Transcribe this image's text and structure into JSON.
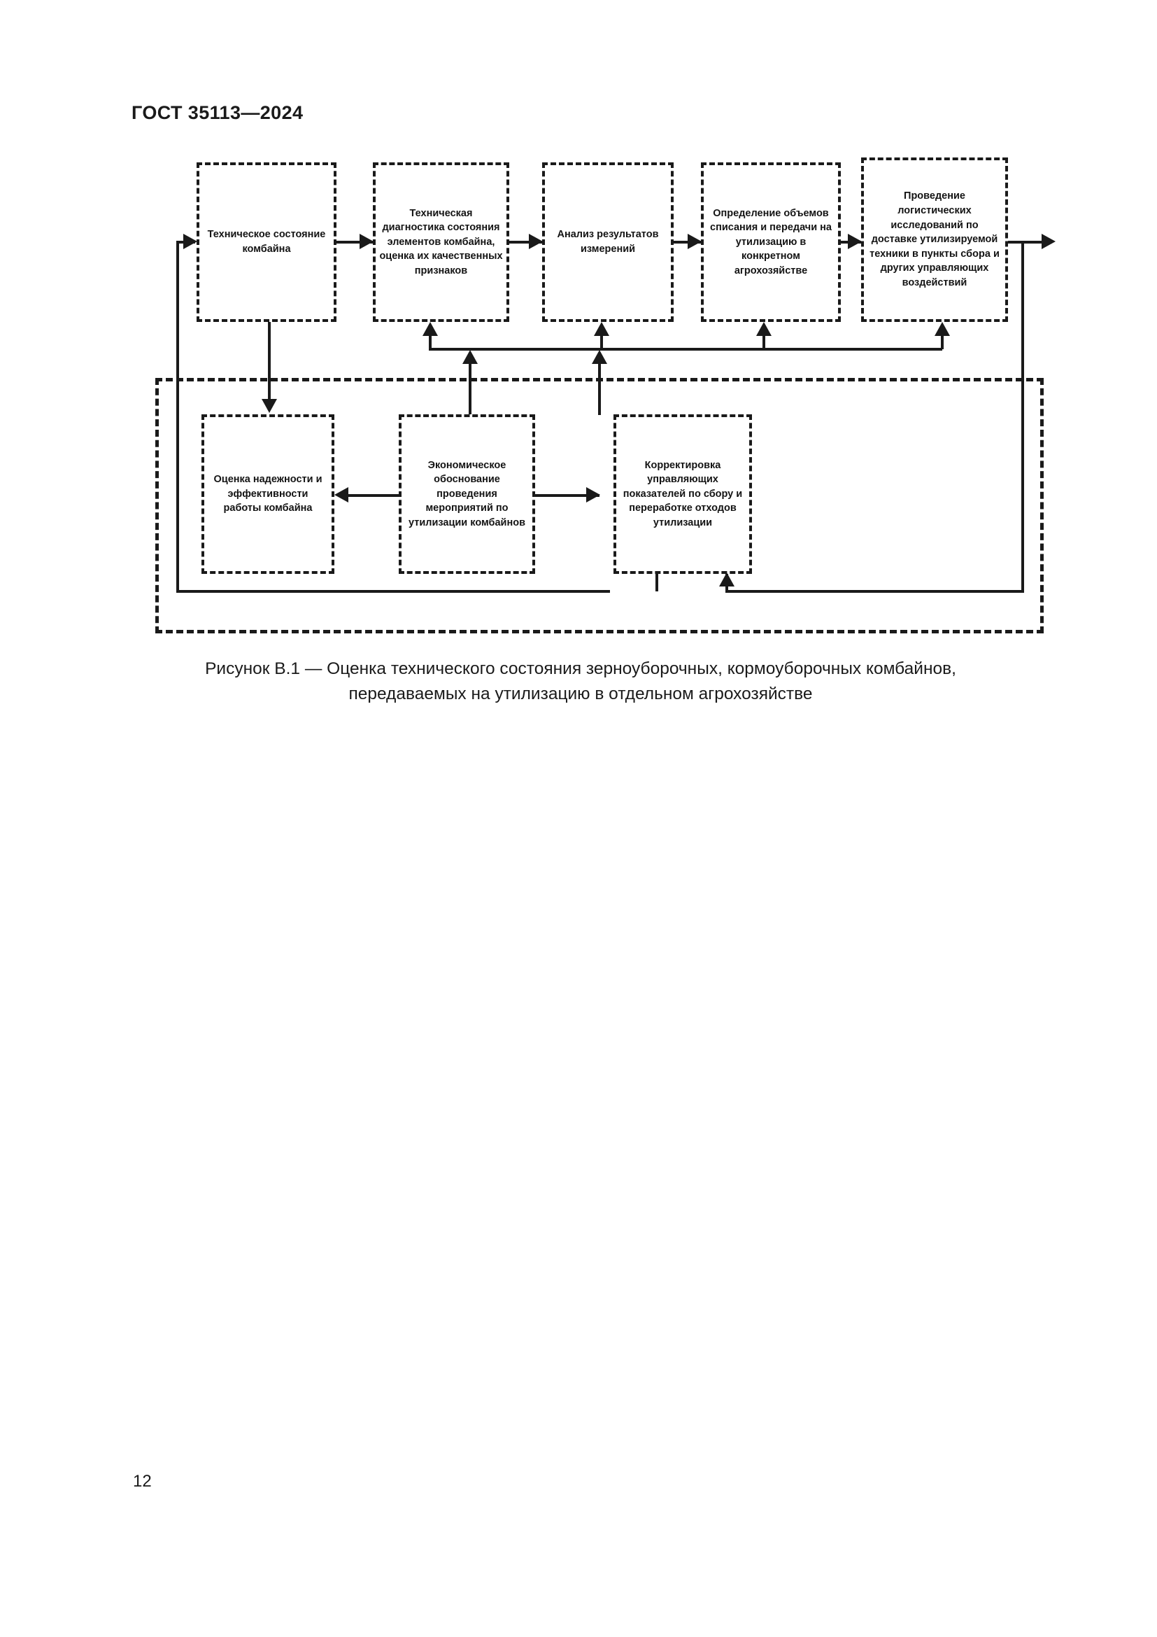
{
  "document": {
    "header": "ГОСТ 35113—2024",
    "page_number": "12"
  },
  "figure": {
    "caption_line1": "Рисунок В.1 — Оценка технического состояния зерноуборочных, кормоуборочных комбайнов,",
    "caption_line2": "передаваемых на утилизацию в отдельном агрохозяйстве",
    "top_row": [
      {
        "id": "tech-state",
        "label": "Техническое состояние комбайна"
      },
      {
        "id": "tech-diagnostics",
        "label": "Техническая диагностика состояния элементов комбайна, оценка их качественных признаков"
      },
      {
        "id": "analysis",
        "label": "Анализ результатов измерений"
      },
      {
        "id": "writeoff-volumes",
        "label": "Определение объемов списания и передачи на утилизацию в конкретном агрохозяйстве"
      },
      {
        "id": "logistics",
        "label": "Проведение логистических исследований по доставке утилизируемой техники в пункты сбора и других управляющих воздействий"
      }
    ],
    "bottom_row": [
      {
        "id": "reliability",
        "label": "Оценка надежности и эффективности работы комбайна"
      },
      {
        "id": "economics",
        "label": "Экономическое обоснование проведения мероприятий по утилизации комбайнов"
      },
      {
        "id": "correction",
        "label": "Корректировка управляющих показателей по сбору и переработке отходов утилизации"
      }
    ],
    "colors": {
      "stroke": "#1a1a1a",
      "background": "#ffffff"
    }
  }
}
